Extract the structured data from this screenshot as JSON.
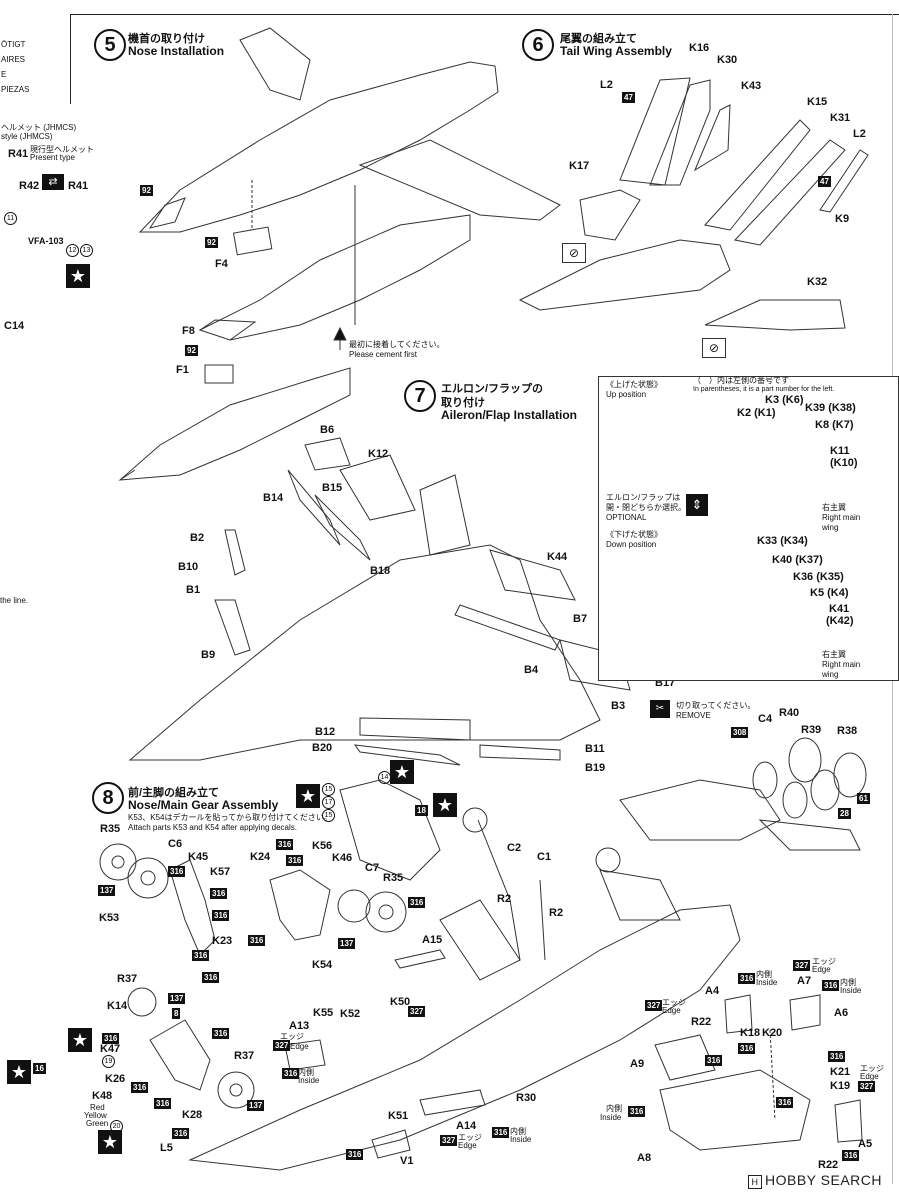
{
  "ghost_left": {
    "lines": [
      "ÖTIGT",
      "AIRES",
      "E",
      "PIEZAS"
    ],
    "helmet_jhmcs_jp": "ヘルメット (JHMCS)",
    "helmet_jhmcs_en": "style (JHMCS)",
    "r41_label": "R41",
    "present_jp": "現行型ヘルメット",
    "present_en": "Present type",
    "r42": "R42",
    "r41b": "R41",
    "n11": "11",
    "vfa": "VFA-103",
    "n12": "12",
    "n13": "13",
    "c14": "C14",
    "line_txt": "the line."
  },
  "step5": {
    "num": "5",
    "title_jp": "機首の取り付け",
    "title_en": "Nose Installation",
    "parts": {
      "p92a": "92",
      "p92b": "92",
      "p92c": "92",
      "f4": "F4",
      "f8": "F8",
      "f1": "F1"
    },
    "cement_jp": "最初に接着してください。",
    "cement_en": "Please cement first"
  },
  "step6": {
    "num": "6",
    "title_jp": "尾翼の組み立て",
    "title_en": "Tail Wing Assembly",
    "parts": {
      "k16": "K16",
      "k30": "K30",
      "l2a": "L2",
      "p47a": "47",
      "k43": "K43",
      "k15": "K15",
      "k31": "K31",
      "l2b": "L2",
      "p47b": "47",
      "k17": "K17",
      "k9": "K9",
      "k32": "K32"
    }
  },
  "step7": {
    "num": "7",
    "title_jp": "エルロン/フラップの",
    "title_jp2": "取り付け",
    "title_en": "Aileron/Flap Installation",
    "parts": {
      "b6": "B6",
      "k12": "K12",
      "b14": "B14",
      "b15": "B15",
      "b2": "B2",
      "b10": "B10",
      "b1": "B1",
      "b9": "B9",
      "b18": "B18",
      "k44": "K44",
      "b7": "B7",
      "b4": "B4",
      "b17": "B17",
      "b3": "B3",
      "b12": "B12",
      "b20": "B20",
      "b11": "B11",
      "b19": "B19"
    },
    "inset": {
      "up_jp": "《上げた状態》",
      "up_en": "Up position",
      "paren_jp": "（　）内は左側の番号です",
      "paren_en": "In parentheses, it is a part number for the left.",
      "k3k6": "K3 (K6)",
      "k2k1": "K2 (K1)",
      "k39k38": "K39 (K38)",
      "k8k7": "K8 (K7)",
      "k11k10": "K11",
      "k10p": "(K10)",
      "optional_jp1": "エルロン/フラップは",
      "optional_jp2": "開・閉どちらか選択。",
      "optional_en": "OPTIONAL",
      "right_jp": "右主翼",
      "right_en1": "Right main",
      "right_en2": "wing",
      "down_jp": "《下げた状態》",
      "down_en": "Down position",
      "k33k34": "K33 (K34)",
      "k40k37": "K40 (K37)",
      "k36k35": "K36 (K35)",
      "k5k4": "K5 (K4)",
      "k41": "K41",
      "k42": "(K42)",
      "right2_jp": "右主翼",
      "right2_en1": "Right main",
      "right2_en2": "wing"
    },
    "remove_jp": "切り取ってください。",
    "remove_en": "REMOVE",
    "exhaust": {
      "c4": "C4",
      "p308": "308",
      "r40": "R40",
      "r39": "R39",
      "r38": "R38",
      "p28": "28",
      "p61": "61"
    }
  },
  "step8": {
    "num": "8",
    "title_jp": "前/主脚の組み立て",
    "title_en": "Nose/Main Gear Assembly",
    "note_jp": "K53、K54はデカールを貼ってから取り付けてください。",
    "note_en": "Attach parts K53 and K54 after applying decals.",
    "parts": {
      "r35a": "R35",
      "c6": "C6",
      "k45": "K45",
      "k57": "K57",
      "k53": "K53",
      "k23": "K23",
      "k24": "K24",
      "k56": "K56",
      "k46": "K46",
      "c7": "C7",
      "r35b": "R35",
      "k54": "K54",
      "r37a": "R37",
      "k14": "K14",
      "k47": "K47",
      "k26": "K26",
      "k48": "K48",
      "k28": "K28",
      "r37b": "R37",
      "l5": "L5",
      "p316": "316",
      "p137": "137",
      "p8": "8",
      "p14": "14",
      "p15": "15",
      "p16": "16",
      "p17": "17",
      "p18": "18",
      "p19": "19",
      "p20": "20",
      "red": "Red",
      "yellow": "Yellow",
      "green": "Green"
    }
  },
  "bottom_right": {
    "parts": {
      "c2": "C2",
      "c1": "C1",
      "r2a": "R2",
      "r2b": "R2",
      "a15": "A15",
      "k52": "K52",
      "k55": "K55",
      "k50": "K50",
      "a13": "A13",
      "k51": "K51",
      "r30": "R30",
      "a14": "A14",
      "v1": "V1",
      "a4": "A4",
      "a7": "A7",
      "a6": "A6",
      "r22a": "R22",
      "k18": "K18",
      "k20": "K20",
      "a9": "A9",
      "k21": "K21",
      "k19": "K19",
      "a8": "A8",
      "a5": "A5",
      "r22b": "R22",
      "p316": "316",
      "p327": "327"
    },
    "edge_jp": "エッジ",
    "edge_en": "Edge",
    "inside_jp": "内側",
    "inside_en": "Inside"
  },
  "logo": {
    "text": "HOBBY SEARCH",
    "mark": "H"
  }
}
